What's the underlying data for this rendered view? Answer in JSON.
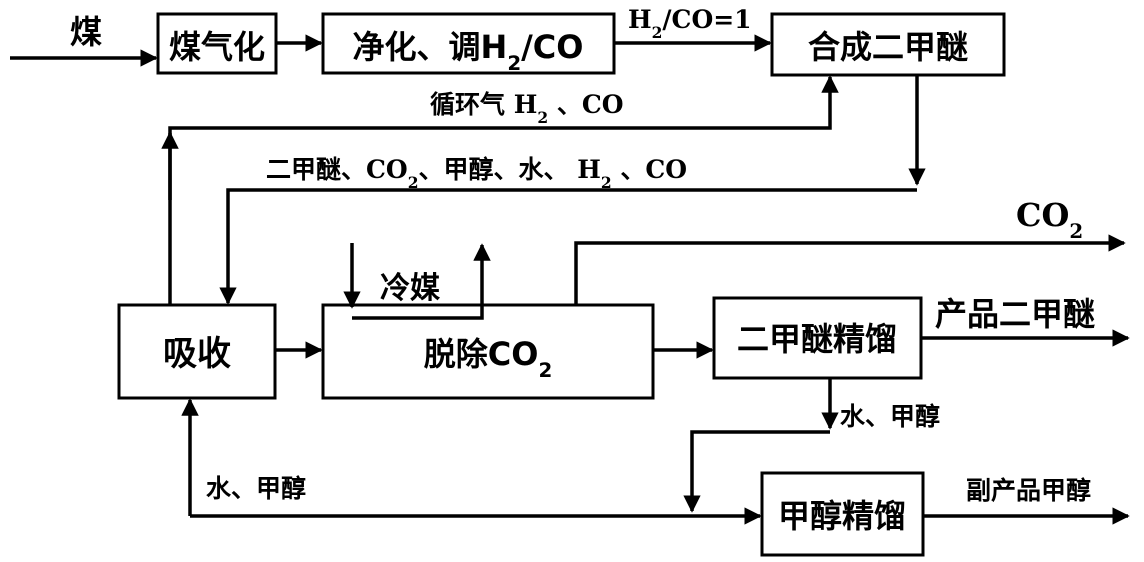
{
  "diagram": {
    "nodes": {
      "gasify": "煤气化",
      "purify": {
        "pre": "净化、调H",
        "sub": "2",
        "post": "/CO"
      },
      "synth": "合成二甲醚",
      "absorb": "吸收",
      "decarb": {
        "pre": "脱除CO",
        "sub": "2",
        "post": ""
      },
      "dme_distill": "二甲醚精馏",
      "meoh_distill": "甲醇精馏"
    },
    "flows": {
      "coal_in": "煤",
      "ratio": {
        "pre": "H",
        "sub": "2",
        "post": "/CO=1"
      },
      "recycle": {
        "pre": "循环气 H",
        "sub": "2",
        "post": " 、CO"
      },
      "synth_out": {
        "pre": "二甲醚、CO",
        "sub": "2",
        "mid": "、甲醇、水、 H",
        "sub2": "2",
        "post": " 、CO"
      },
      "coolant": "冷媒",
      "co2_out": {
        "pre": "CO",
        "sub": "2",
        "post": ""
      },
      "product_dme": "产品二甲醚",
      "water_meoh_1": "水、甲醇",
      "water_meoh_2": "水、甲醇",
      "by_product_meoh": "副产品甲醇"
    }
  }
}
